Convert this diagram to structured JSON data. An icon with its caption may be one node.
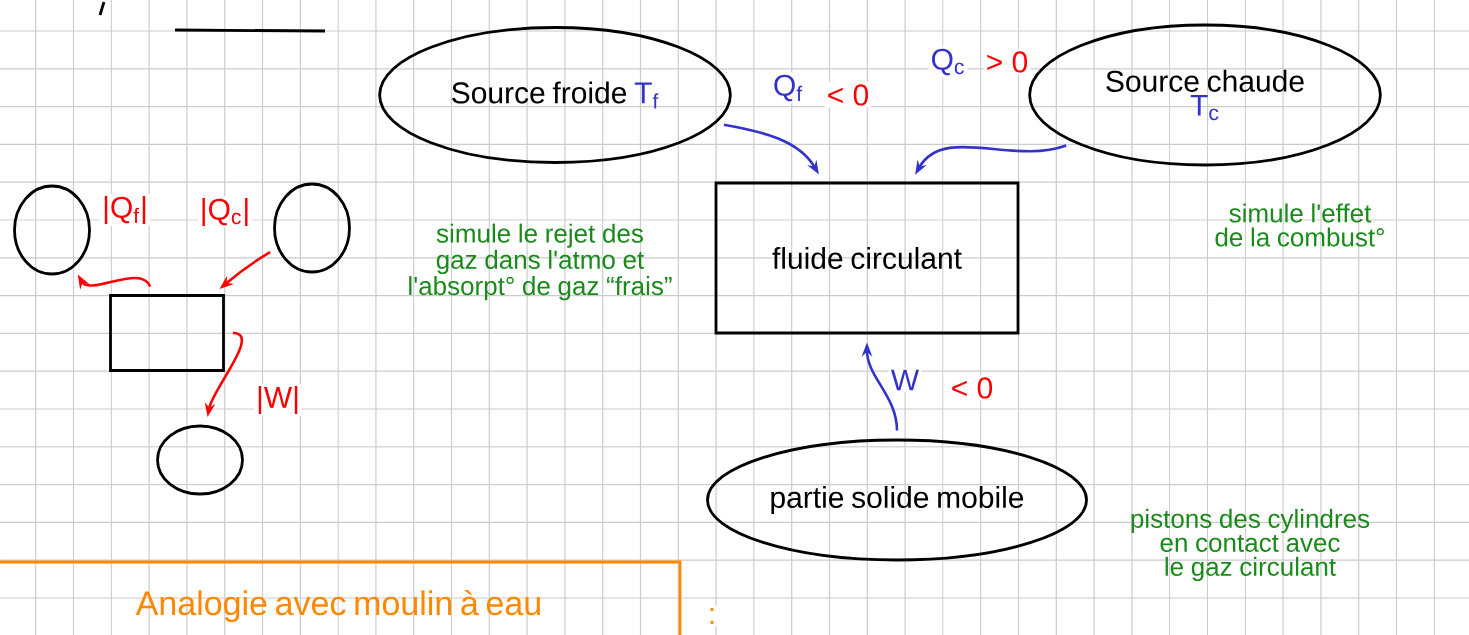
{
  "diagram": {
    "nodes": [
      {
        "text": [
          "Source froide",
          "T$_{f}$"
        ],
        "beside": [
          "simule le rejet des gaz dans l'atmo et l'absorpt° de gaz “frais”"
        ]
      },
      {
        "text": [
          "Source chaude",
          "T$_{c}$"
        ],
        "beside": [
          "simule l'effet de la combust°"
        ]
      },
      {
        "text": [
          "fluide circulant"
        ]
      },
      {
        "text": [
          "partie solide mobile"
        ],
        "beside": [
          "pistons des cylindres en contact avec le gaz circulant"
        ]
      },
      {
        "text": [],
        "shape": "box"
      },
      {
        "text": [],
        "shape": "circle"
      },
      {
        "text": [],
        "shape": "circle"
      },
      {
        "text": [],
        "shape": "circle"
      },
      {
        "text": [
          "Analogie avec moulin à eau"
        ]
      }
    ],
    "edges": [
      {
        "from": 0,
        "to": 2,
        "arrow": "to",
        "label": "Q$_{f}$",
        "color": "#3333cc"
      },
      {
        "from": 1,
        "to": 2,
        "arrow": "to",
        "label": "Q$_{c}$",
        "color": "#3333cc"
      },
      {
        "from": 3,
        "to": 2,
        "arrow": "to",
        "label": "W",
        "color": "#3333cc"
      },
      {
        "from": 4,
        "to": 5,
        "arrow": "to",
        "label": "|Q$_{f}$|",
        "color": "#ff0000"
      },
      {
        "from": 6,
        "to": 4,
        "arrow": "to",
        "label": "|Q$_{c}$|",
        "color": "#ff0000"
      },
      {
        "from": 4,
        "to": 7,
        "arrow": "to",
        "label": "|W|",
        "color": "#ff0000"
      }
    ],
    "labels": [
      "> 0",
      "< 0",
      "< 0",
      ":"
    ]
  }
}
